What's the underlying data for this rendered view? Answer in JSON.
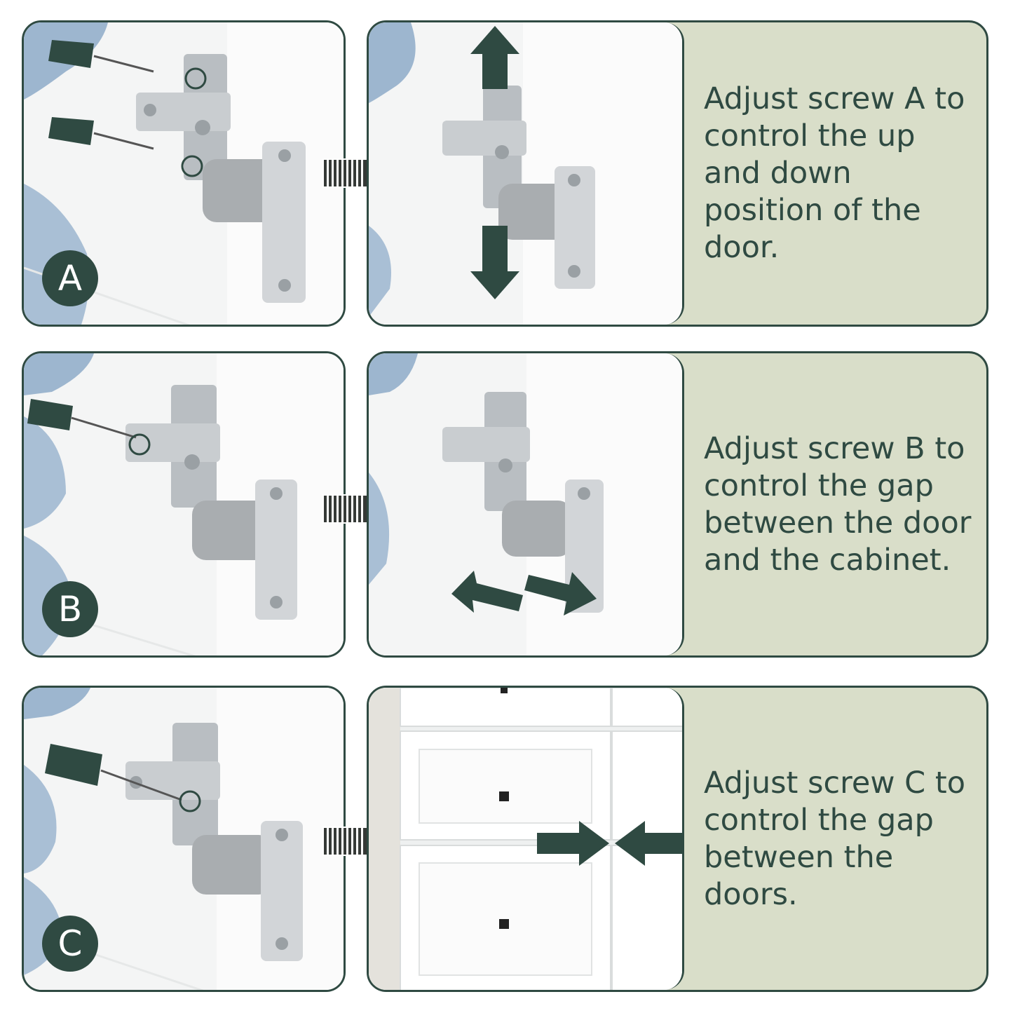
{
  "steps": [
    {
      "badge": "A",
      "caption": "Adjust screw A to control the up and down position of the door."
    },
    {
      "badge": "B",
      "caption": "Adjust screw B to control the gap between the door and the cabinet."
    },
    {
      "badge": "C",
      "caption": "Adjust screw C to control the gap between the doors."
    }
  ],
  "colors": {
    "brand_green": "#2f4a42",
    "panel_bg": "#d9dec9",
    "arrow_dark": "#353936"
  }
}
